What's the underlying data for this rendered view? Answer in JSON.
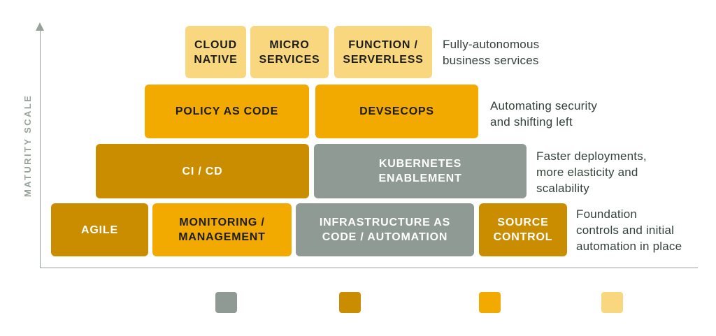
{
  "palette": {
    "light_yellow": "#F8D77E",
    "orange": "#F2A900",
    "dark_gold": "#CB8D00",
    "gray_green": "#8F9A94",
    "annotation_text": "#33423A",
    "axis_gray": "#98A29B",
    "label_dark": "#1D1D1B",
    "label_light": "#FFFFFF"
  },
  "axis": {
    "label": "MATURITY SCALE"
  },
  "rows": [
    {
      "level": 4,
      "annotation": "Fully-autonomous\nbusiness services",
      "boxes": [
        {
          "label": "CLOUD\nNATIVE",
          "color": "#F8D77E"
        },
        {
          "label": "MICRO\nSERVICES",
          "color": "#F8D77E"
        },
        {
          "label": "FUNCTION /\nSERVERLESS",
          "color": "#F8D77E"
        }
      ]
    },
    {
      "level": 3,
      "annotation": "Automating security\nand shifting left",
      "boxes": [
        {
          "label": "POLICY AS CODE",
          "color": "#F2A900"
        },
        {
          "label": "DEVSECOPS",
          "color": "#F2A900"
        }
      ]
    },
    {
      "level": 2,
      "annotation": "Faster deployments,\nmore elasticity and\nscalability",
      "boxes": [
        {
          "label": "CI / CD",
          "color": "#CB8D00"
        },
        {
          "label": "KUBERNETES\nENABLEMENT",
          "color": "#8F9A94"
        }
      ]
    },
    {
      "level": 1,
      "annotation": "Foundation\ncontrols and initial\nautomation in place",
      "boxes": [
        {
          "label": "AGILE",
          "color": "#CB8D00"
        },
        {
          "label": "MONITORING /\nMANAGEMENT",
          "color": "#F2A900"
        },
        {
          "label": "INFRASTRUCTURE AS\nCODE / AUTOMATION",
          "color": "#8F9A94"
        },
        {
          "label": "SOURCE\nCONTROL",
          "color": "#CB8D00"
        }
      ]
    }
  ],
  "legend": {
    "swatches": [
      {
        "name": "gray",
        "color": "#8F9A94"
      },
      {
        "name": "dark-gold",
        "color": "#CB8D00"
      },
      {
        "name": "orange",
        "color": "#F2A900"
      },
      {
        "name": "light-yellow",
        "color": "#F8D77E"
      }
    ]
  }
}
